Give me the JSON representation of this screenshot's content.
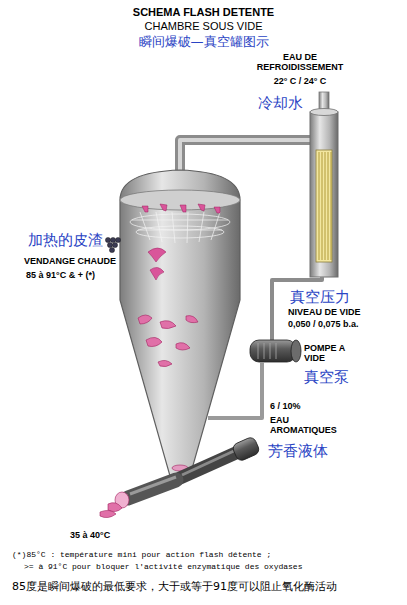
{
  "diagram": {
    "title": "SCHEMA FLASH DETENTE",
    "labels": [
      "CHAMBRE SOUS VIDE",
      "瞬间爆破—真空罐图示",
      "EAU DE REFROIDISSEMENT",
      "22° C / 24° C",
      "冷却水",
      "加热的皮渣",
      "VENDANGE CHAUDE",
      "85 à 91°C & + (*)",
      "真空压力",
      "NIVEAU DE VIDE",
      "0,050 / 0,075 b.a.",
      "POMPE A VIDE",
      "真空泵",
      "6 / 10%",
      "EAU AROMATIQUES",
      "芳香液体",
      "35 à 40°C",
      "(*)85°C : température mini pour action flash détente ;",
      ">= à 91°C pour bloquer l'activité enzymatique des oxydases",
      "85度是瞬间爆破的最低要求，大于或等于91度可以阻止氧化酶活动"
    ]
  }
}
